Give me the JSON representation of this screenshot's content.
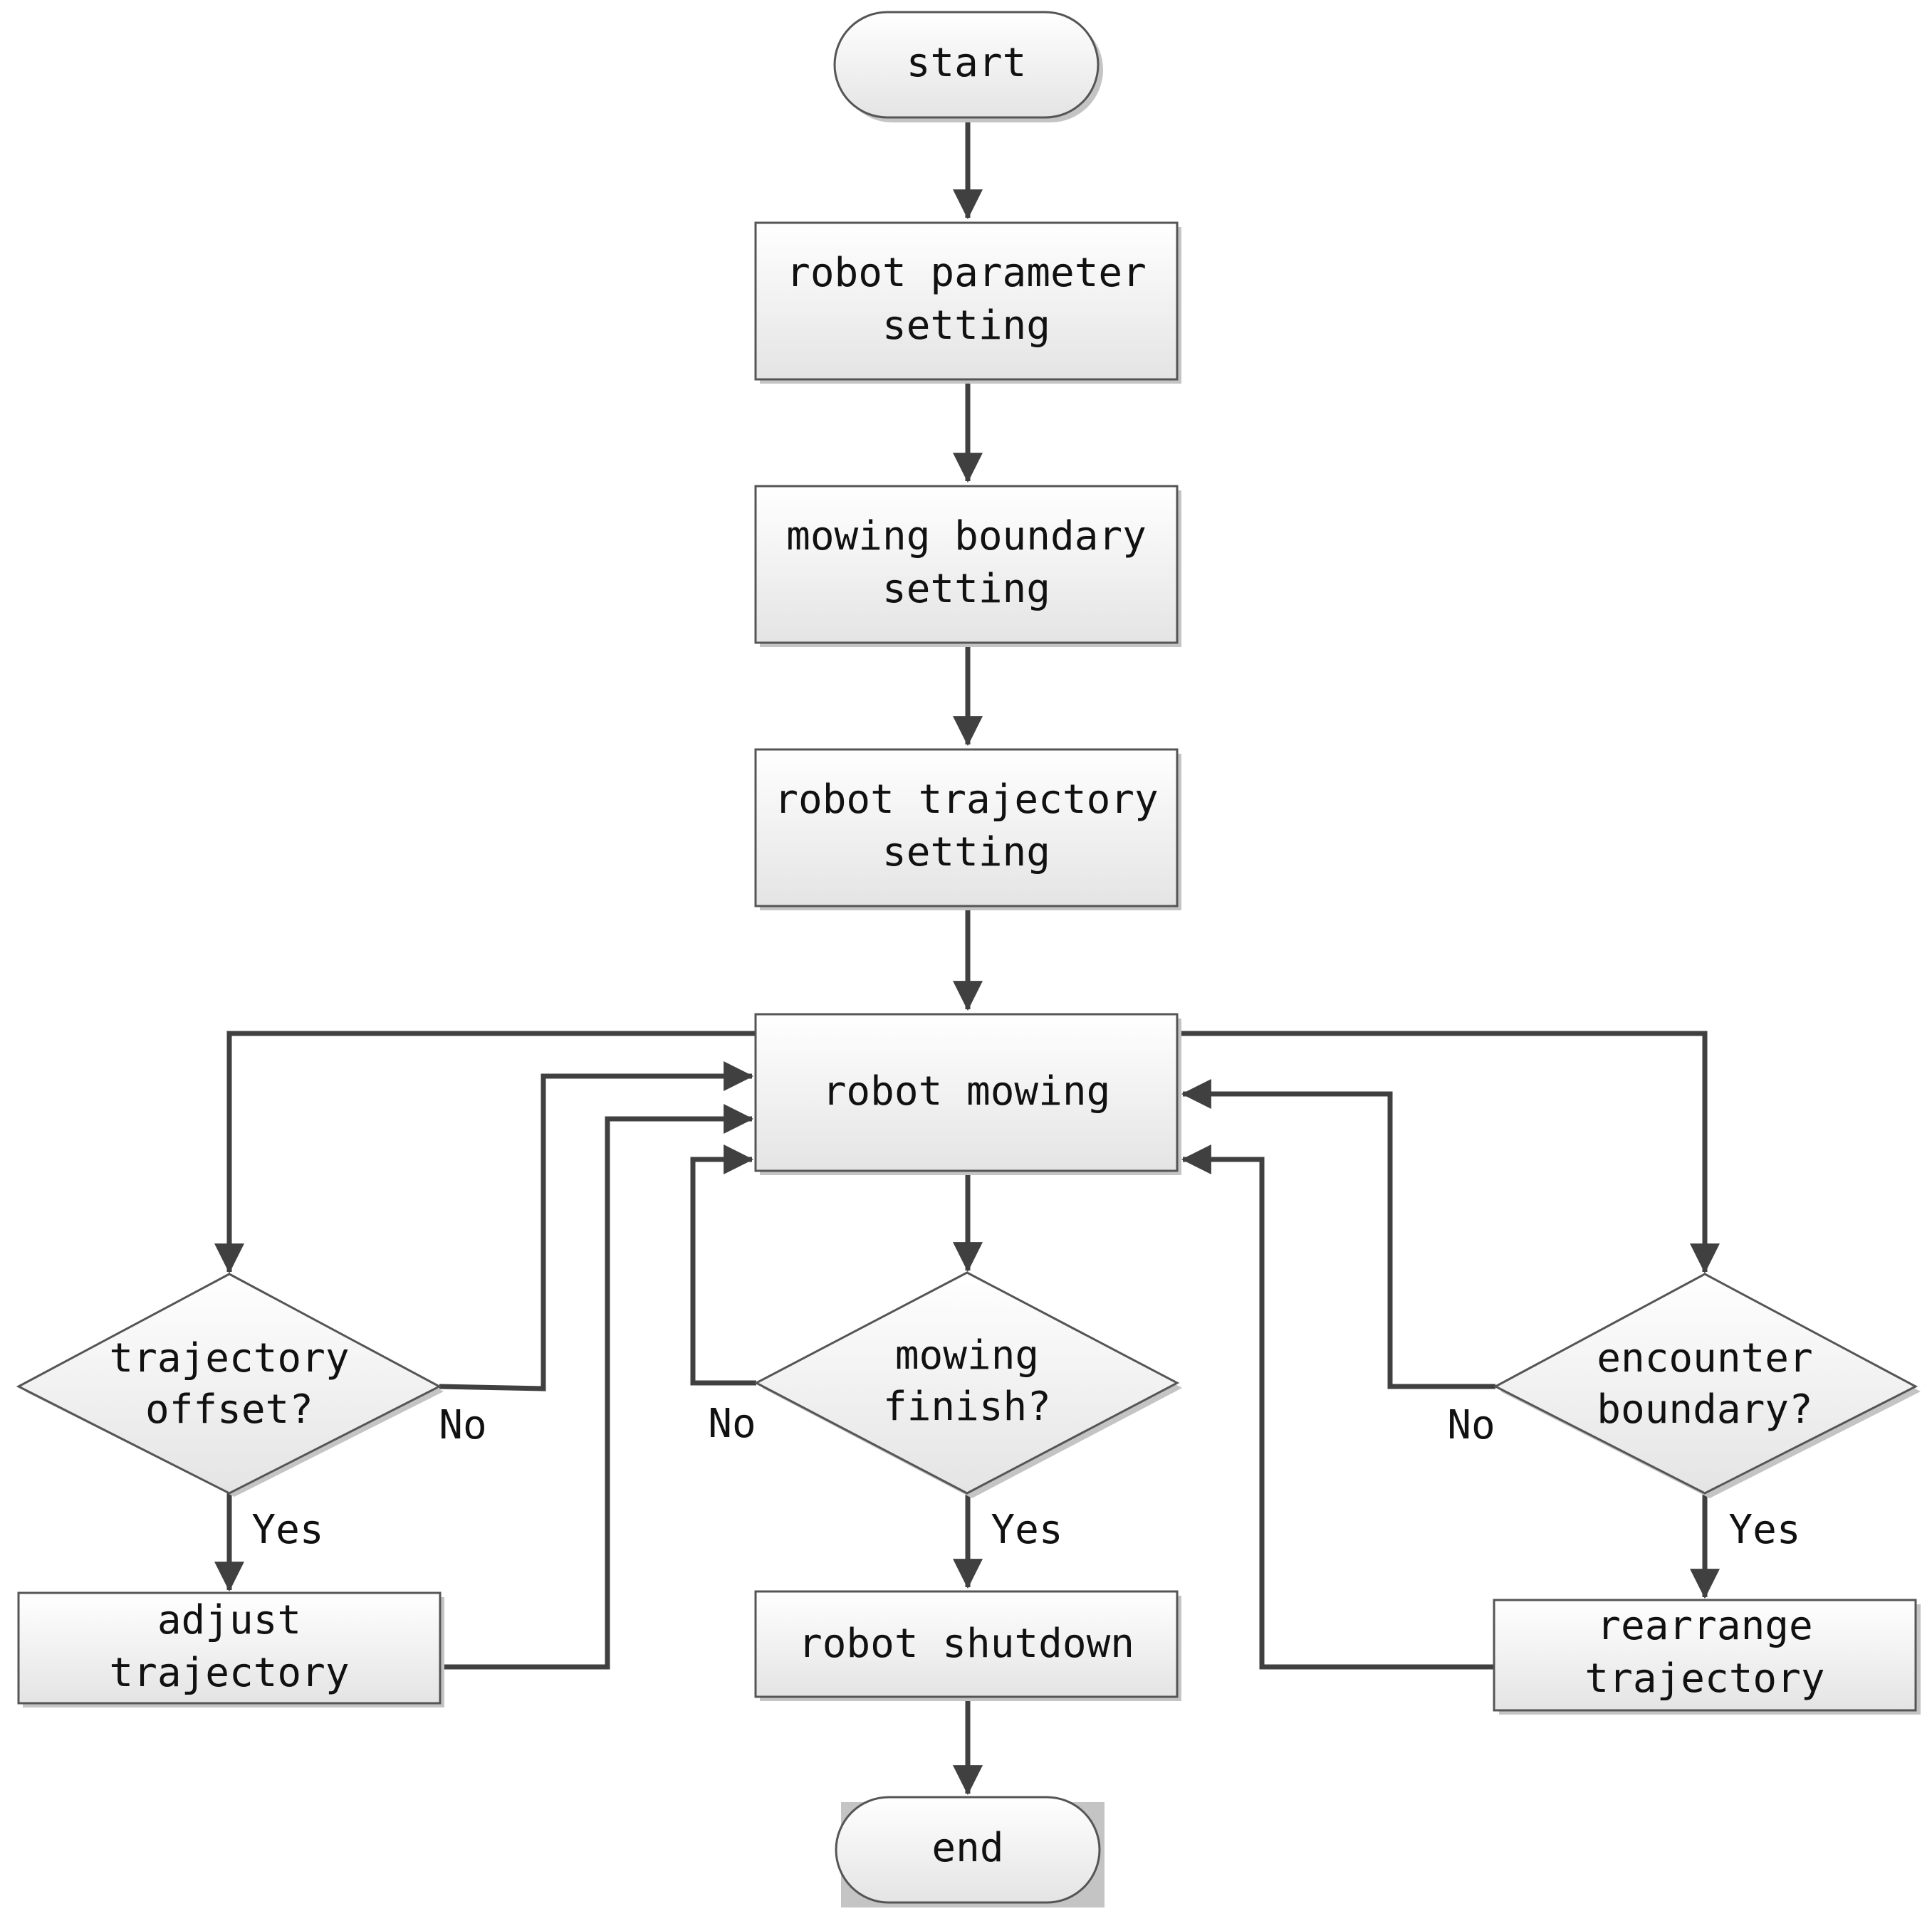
{
  "nodes": {
    "start": "start",
    "param_1": "robot parameter",
    "param_2": "setting",
    "boundary_1": "mowing boundary",
    "boundary_2": "setting",
    "traj_1": "robot trajectory",
    "traj_2": "setting",
    "mowing": "robot mowing",
    "offset_1": "trajectory",
    "offset_2": "offset?",
    "finish_1": "mowing",
    "finish_2": "finish?",
    "encounter_1": "encounter",
    "encounter_2": "boundary?",
    "adjust_1": "adjust",
    "adjust_2": "trajectory",
    "shutdown": "robot shutdown",
    "rearrange_1": "rearrange",
    "rearrange_2": "trajectory",
    "end": "end"
  },
  "labels": {
    "offset_no": "No",
    "offset_yes": "Yes",
    "finish_no": "No",
    "finish_yes": "Yes",
    "encounter_no": "No",
    "encounter_yes": "Yes"
  },
  "colors": {
    "box_top": "#ffffff",
    "box_bottom": "#e6e6e6",
    "stroke": "#555555",
    "arrow": "#404040"
  }
}
